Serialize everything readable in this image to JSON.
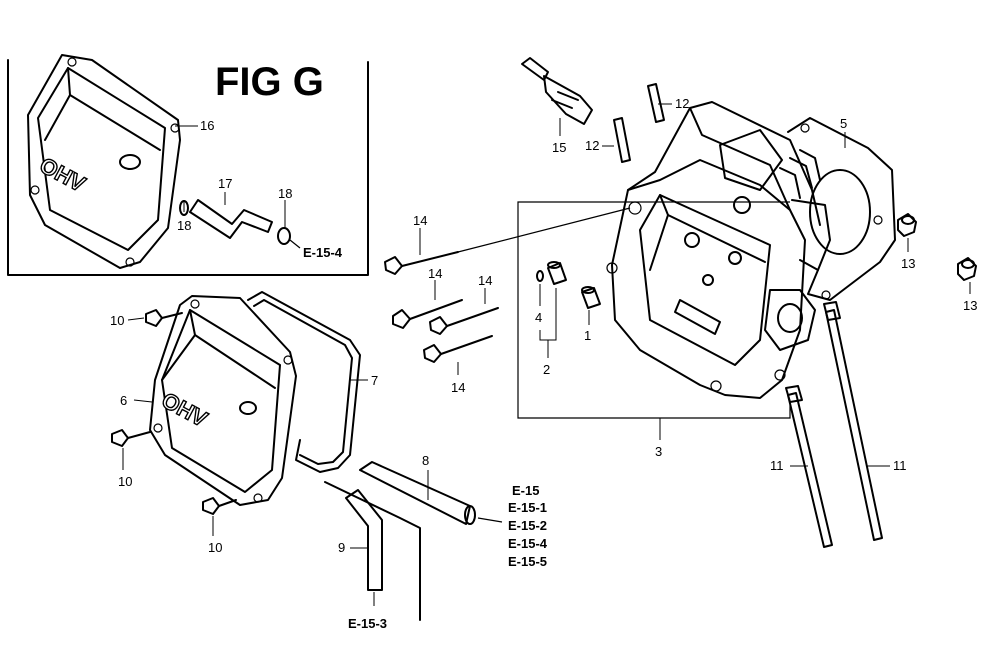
{
  "figure": {
    "title": "FIG G"
  },
  "cover_stamp": {
    "text": "OHV"
  },
  "parts": {
    "p1": "1",
    "p2": "2",
    "p3": "3",
    "p4": "4",
    "p5": "5",
    "p6": "6",
    "p7": "7",
    "p8": "8",
    "p9": "9",
    "p10a": "10",
    "p10b": "10",
    "p10c": "10",
    "p11a": "11",
    "p11b": "11",
    "p12a": "12",
    "p12b": "12",
    "p13a": "13",
    "p13b": "13",
    "p14a": "14",
    "p14b": "14",
    "p14c": "14",
    "p14d": "14",
    "p15": "15",
    "p16": "16",
    "p17": "17",
    "p18a": "18",
    "p18b": "18"
  },
  "references": {
    "inset": "E-15-4",
    "stack": [
      "E-15",
      "E-15-1",
      "E-15-2",
      "E-15-4",
      "E-15-5"
    ],
    "bottom": "E-15-3"
  }
}
